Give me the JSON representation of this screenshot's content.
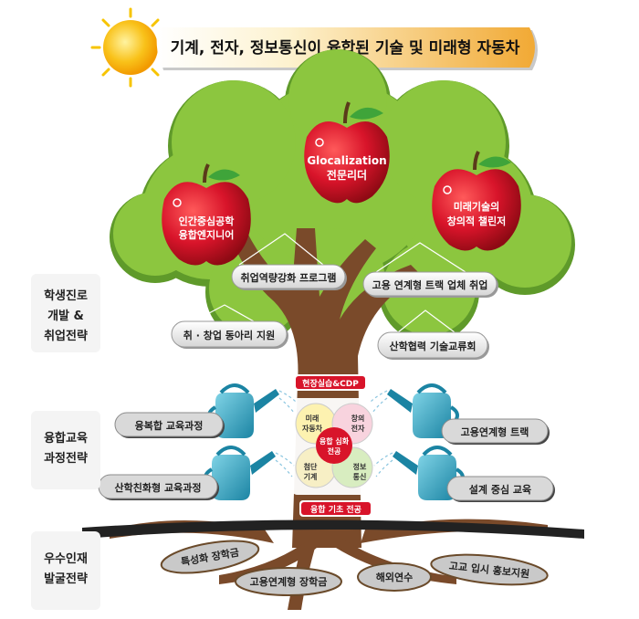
{
  "title": "기계, 전자, 정보통신이 융합된 기술 및 미래형 자동차",
  "apples": [
    {
      "line1": "Glocalization",
      "line2": "전문리더"
    },
    {
      "line1": "인간중심공학",
      "line2": "융합엔지니어"
    },
    {
      "line1": "미래기술의",
      "line2": "창의적 챌린저"
    }
  ],
  "canopy_labels": {
    "employment_program": "취업역량강화 프로그램",
    "track_employment": "고용 연계형 트랙 업체 취업",
    "club_support": "취 · 창업 동아리 지원",
    "industry_exchange": "산학협력 기술교류회"
  },
  "trunk": {
    "top_banner": "현장실습&CDP",
    "bottom_banner": "융합 기초 전공",
    "center": {
      "line1": "융합 심화",
      "line2": "전공"
    },
    "circles": [
      {
        "line1": "미래",
        "line2": "자동차"
      },
      {
        "line1": "창의",
        "line2": "전자"
      },
      {
        "line1": "첨단",
        "line2": "기계"
      },
      {
        "line1": "정보",
        "line2": "통신"
      }
    ]
  },
  "side_labels": {
    "student_career": [
      "학생진로",
      "개발 &",
      "취업전략"
    ],
    "curriculum": [
      "융합교육",
      "과정전략"
    ],
    "talent": [
      "우수인재",
      "발굴전략"
    ]
  },
  "watering_labels": {
    "convergence_course": "융복합 교육과정",
    "employment_track": "고용연계형 트랙",
    "industry_course": "산학친화형 교육과정",
    "design_education": "설계 중심 교육"
  },
  "root_labels": {
    "specialized_scholarship": "특성화 장학금",
    "employment_scholarship": "고용연계형 장학금",
    "overseas_training": "해외연수",
    "highschool_promotion": "고교 입시 홍보지원"
  },
  "colors": {
    "leaf": "#8cc63f",
    "leaf_dark": "#5f9a2a",
    "trunk": "#7a4a2a",
    "apple": "#d8142a",
    "sun": "#f7b500",
    "water_can": "#2aa8c6",
    "banner_red": "#d8142a"
  }
}
